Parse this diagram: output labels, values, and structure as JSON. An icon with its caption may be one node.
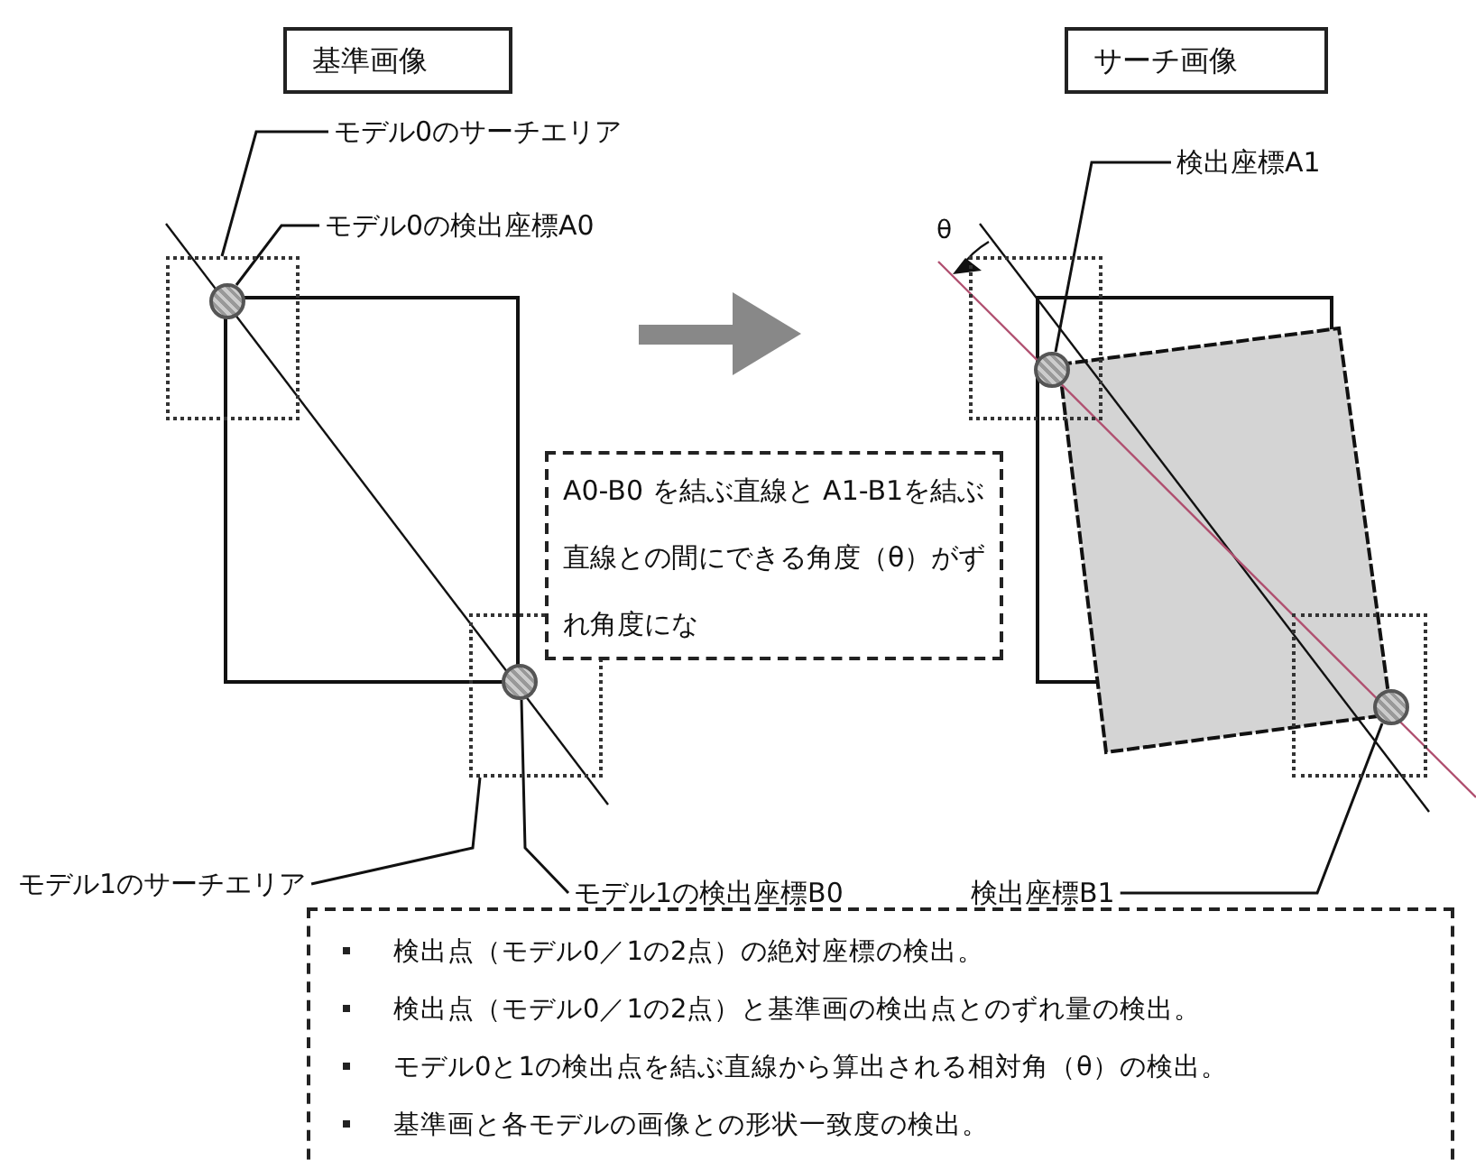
{
  "diagram": {
    "nodes": [
      {
        "text": [
          "基準画像"
        ]
      },
      {
        "text": [
          "サーチ画像"
        ]
      },
      {
        "text": [
          "モデル0のサーチエリア"
        ]
      },
      {
        "text": [
          "モデル0の検出座標A0"
        ]
      },
      {
        "text": [],
        "shape": "box"
      },
      {
        "text": [],
        "shape": "circle",
        "in": 4
      },
      {
        "text": [],
        "shape": "box"
      },
      {
        "text": [],
        "shape": "circle",
        "in": 6
      },
      {
        "text": [
          "モデル1のサーチエリア"
        ]
      },
      {
        "text": [
          "モデル1の検出座標B0"
        ]
      },
      {
        "text": [
          "A0-B0 を結ぶ直線と A1-B1を結ぶ直線との間にできる角度（θ）がずれ角度にな"
        ]
      },
      {
        "text": [
          "検出座標A1"
        ]
      },
      {
        "text": [],
        "shape": "box"
      },
      {
        "text": [],
        "shape": "circle",
        "in": 12
      },
      {
        "text": [],
        "shape": "box"
      },
      {
        "text": [],
        "shape": "circle",
        "in": 14
      },
      {
        "text": [
          "検出座標B1"
        ]
      },
      {
        "text": [
          "検出点（モデル0／1の2点）の絶対座標の検出。",
          "検出点（モデル0／1の2点）と基準画の検出点とのずれ量の検出。",
          "モデル0と1の検出点を結ぶ直線から算出される相対角（θ）の検出。",
          "基準画と各モデルの画像との形状一致度の検出。"
        ]
      }
    ],
    "edges": [
      {
        "from": 2,
        "to": 4,
        "arrow": "none"
      },
      {
        "from": 3,
        "to": 5,
        "arrow": "none"
      },
      {
        "from": 8,
        "to": 6,
        "arrow": "none"
      },
      {
        "from": 9,
        "to": 7,
        "arrow": "none"
      },
      {
        "from": 11,
        "to": 13,
        "arrow": "none"
      },
      {
        "from": 16,
        "to": 15,
        "arrow": "none"
      }
    ],
    "labels": [
      "θ"
    ]
  }
}
